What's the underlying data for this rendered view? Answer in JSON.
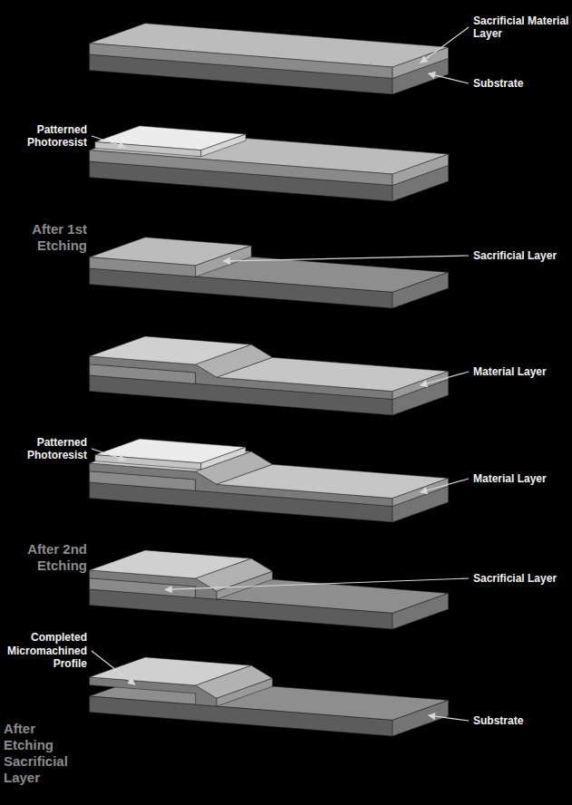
{
  "diagram": {
    "labels": [
      "Sacrificial Material Layer",
      "Substrate",
      "Patterned Photoresist",
      "After 1st Etching",
      "Sacrificial Layer",
      "Material Layer",
      "Patterned Photoresist",
      "Material Layer",
      "After 2nd Etching",
      "Sacrificial Layer",
      "Completed Micromachined Profile",
      "Substrate",
      "After Etching Sacrificial Layer"
    ]
  }
}
